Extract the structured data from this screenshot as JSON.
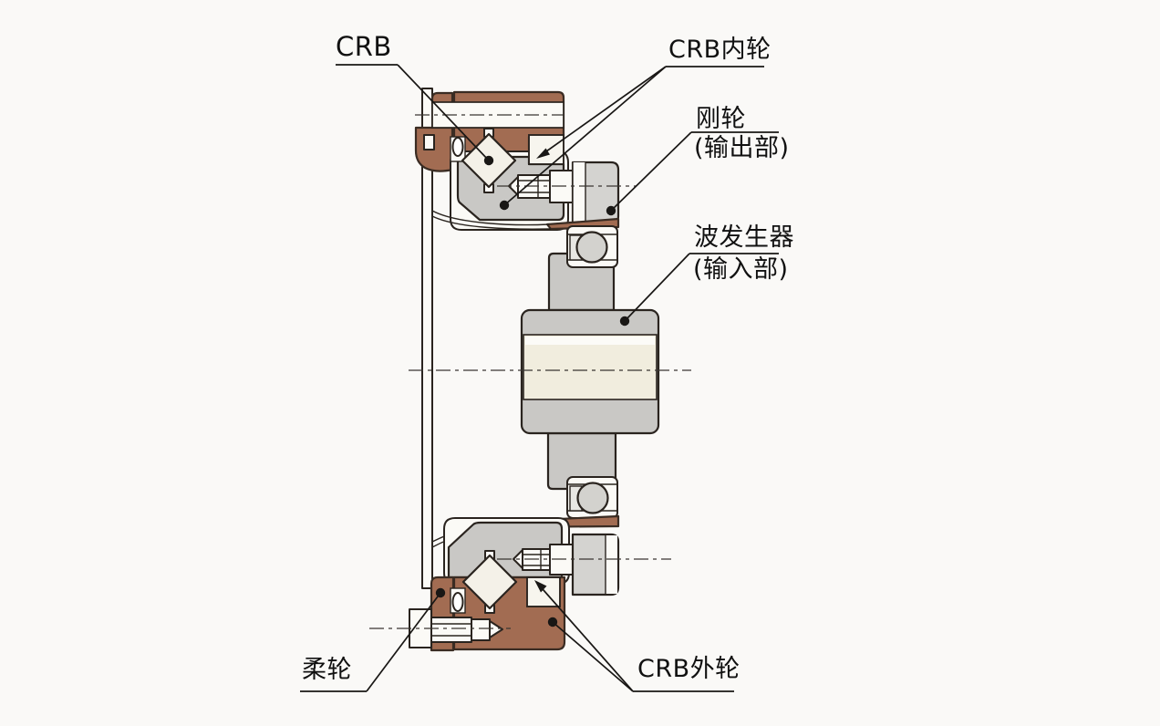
{
  "diagram": {
    "type": "mechanical-cross-section",
    "subject": "harmonic drive gear unit with crossed roller bearing",
    "labels": {
      "crb": "CRB",
      "crb_inner_ring": "CRB内轮",
      "rigid_wheel": "刚轮",
      "rigid_wheel_sub": "(输出部)",
      "wave_generator": "波发生器",
      "wave_generator_sub": "(输入部)",
      "flex_wheel": "柔轮",
      "crb_outer_ring": "CRB外轮"
    }
  },
  "colors": {
    "outer_ring_brown": "#A26C52",
    "part_gray": "#C9C8C5",
    "flange_gray": "#D4D3D0",
    "shaft_cream": "#F1EDDE",
    "part_white": "#FBFAF6",
    "background": "#FAF9F7",
    "outline": "#2A241F",
    "label_text": "#111111"
  }
}
